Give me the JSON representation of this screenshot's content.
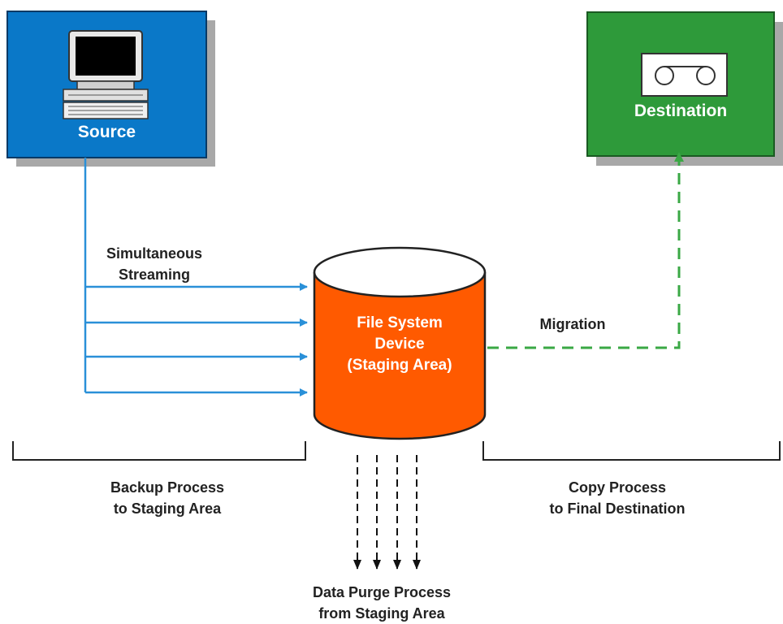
{
  "source": {
    "label": "Source"
  },
  "destination": {
    "label": "Destination"
  },
  "staging": {
    "label_lines": [
      "File System",
      "Device",
      "(Staging Area)"
    ]
  },
  "streams": {
    "label_lines": [
      "Simultaneous",
      "Streaming"
    ]
  },
  "migration": {
    "label": "Migration"
  },
  "backup_process": {
    "label_lines": [
      "Backup Process",
      "to Staging Area"
    ]
  },
  "copy_process": {
    "label_lines": [
      "Copy Process",
      "to Final Destination"
    ]
  },
  "purge_process": {
    "label_lines": [
      "Data Purge Process",
      "from Staging Area"
    ]
  },
  "colors": {
    "source_fill": "#0a78c8",
    "destination_fill": "#2e9a3a",
    "staging_fill": "#ff5a00",
    "stream_line": "#2a90d8",
    "migration_line": "#3aa845",
    "shadow": "#a8a8a8"
  }
}
